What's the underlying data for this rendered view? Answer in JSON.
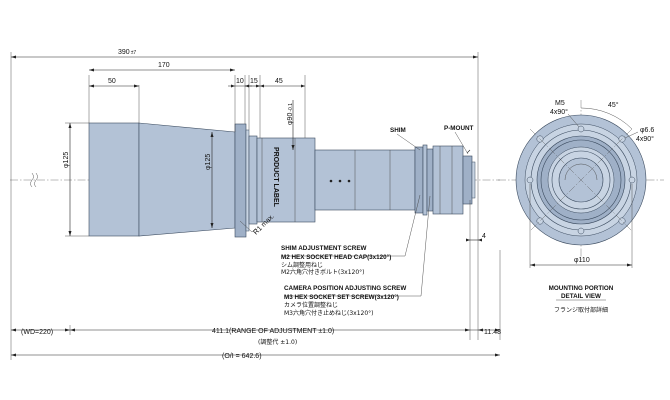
{
  "dimensions": {
    "overall_390": "390",
    "overall_390_tol": "±7",
    "d170": "170",
    "d50": "50",
    "d10": "10",
    "d15": "15",
    "d45": "45",
    "dia125_left": "125",
    "dia125_mid": "125",
    "dia90": "90",
    "dia90_tol": "-0.1",
    "r1max": "R1 max.",
    "d4": "4",
    "wd": "WD=220",
    "adjust_range": "411.1(RANGE OF ADJUSTMENT ±1.0)",
    "adjust_range_jp": "(調整代 ±1.0)",
    "d1148": "11.48",
    "oi": "O/I = 642.6"
  },
  "labels": {
    "product_label": "PRODUCT LABEL",
    "shim": "SHIM",
    "p_mount": "P-MOUNT",
    "shim_screw_1": "SHIM ADJUSTMENT SCREW",
    "shim_screw_2": "M2 HEX SOCKET HEAD CAP(3x120°)",
    "shim_screw_jp1": "シム調整用ねじ",
    "shim_screw_jp2": "M2六角穴付きボルト(3x120°)",
    "cam_screw_1": "CAMERA POSITION ADJUSTING SCREW",
    "cam_screw_2": "M3 HEX SOCKET SET SCREW(3x120°)",
    "cam_screw_jp1": "カメラ位置調整ねじ",
    "cam_screw_jp2": "M3六角穴付き止めねじ(3x120°)"
  },
  "detail": {
    "m5": "M5",
    "m5_count": "4x90°",
    "angle": "45°",
    "dia66": "6.6",
    "dia66_count": "4x90°",
    "dia110": "110",
    "title_1": "MOUNTING PORTION",
    "title_2": "DETAIL VIEW",
    "title_jp": "フランジ取付部詳細"
  },
  "symbols": {
    "phi": "φ",
    "section_marks": "≈"
  }
}
